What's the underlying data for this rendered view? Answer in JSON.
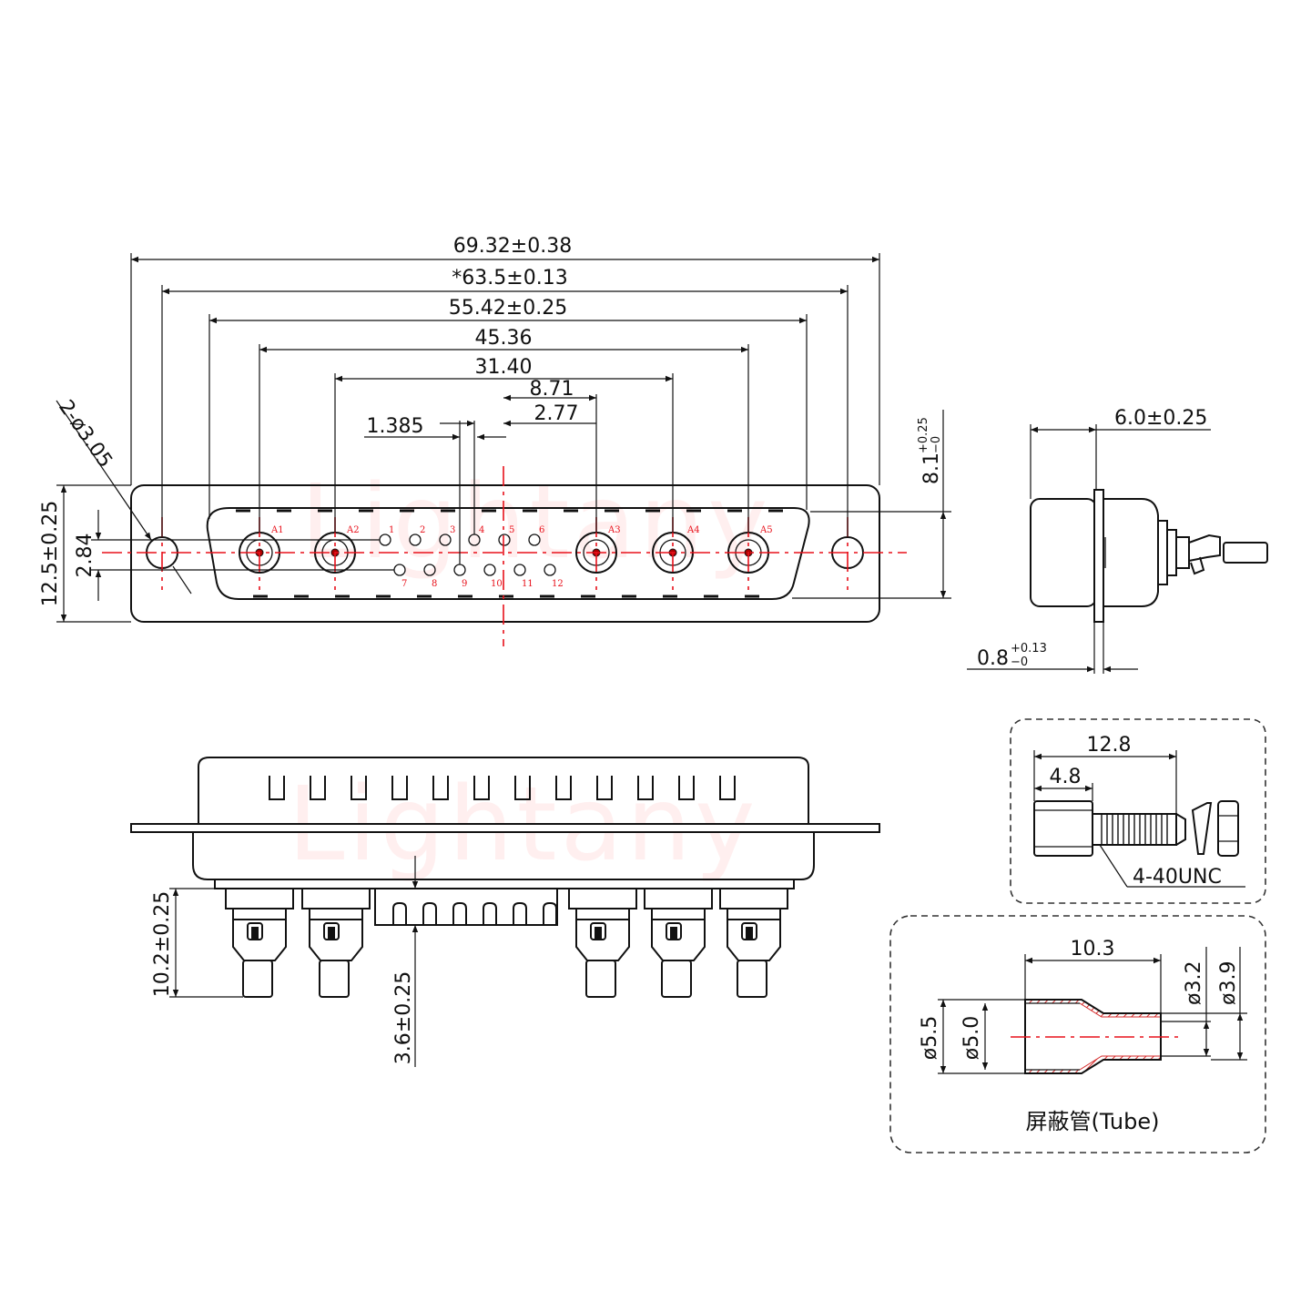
{
  "watermark": "Lightany",
  "front_view": {
    "dims": {
      "overall": "69.32±0.38",
      "mount_holes": "*63.5±0.13",
      "shell": "55.42±0.25",
      "a1_a5": "45.36",
      "a2_a4": "31.40",
      "a3_center": "8.71",
      "pin_pitch": "2.77",
      "half_pitch": "1.385",
      "height": "12.5±0.25",
      "row_spacing": "2.84",
      "hole_callout": "2-ø3.05",
      "shell_height_main": "8.1",
      "shell_height_tol_upper": "+0.25",
      "shell_height_tol_lower": "−0"
    },
    "coax_labels": [
      "A1",
      "A2",
      "A3",
      "A4",
      "A5"
    ],
    "pin_labels_top": [
      "1",
      "2",
      "3",
      "4",
      "5",
      "6"
    ],
    "pin_labels_bottom": [
      "7",
      "8",
      "9",
      "10",
      "11",
      "12"
    ]
  },
  "side_view": {
    "dims": {
      "depth": "6.0±0.25",
      "flange_main": "0.8",
      "flange_tol_upper": "+0.13",
      "flange_tol_lower": "−0"
    }
  },
  "bottom_view": {
    "dims": {
      "tail_length": "10.2±0.25",
      "signal_tail": "3.6±0.25"
    }
  },
  "screw_detail": {
    "dims": {
      "total": "12.8",
      "head": "4.8"
    },
    "thread": "4-40UNC"
  },
  "tube_detail": {
    "dims": {
      "length": "10.3",
      "d1": "ø3.2",
      "d2": "ø3.9",
      "d3": "ø5.5",
      "d4": "ø5.0"
    },
    "caption": "屏蔽管(Tube)"
  }
}
